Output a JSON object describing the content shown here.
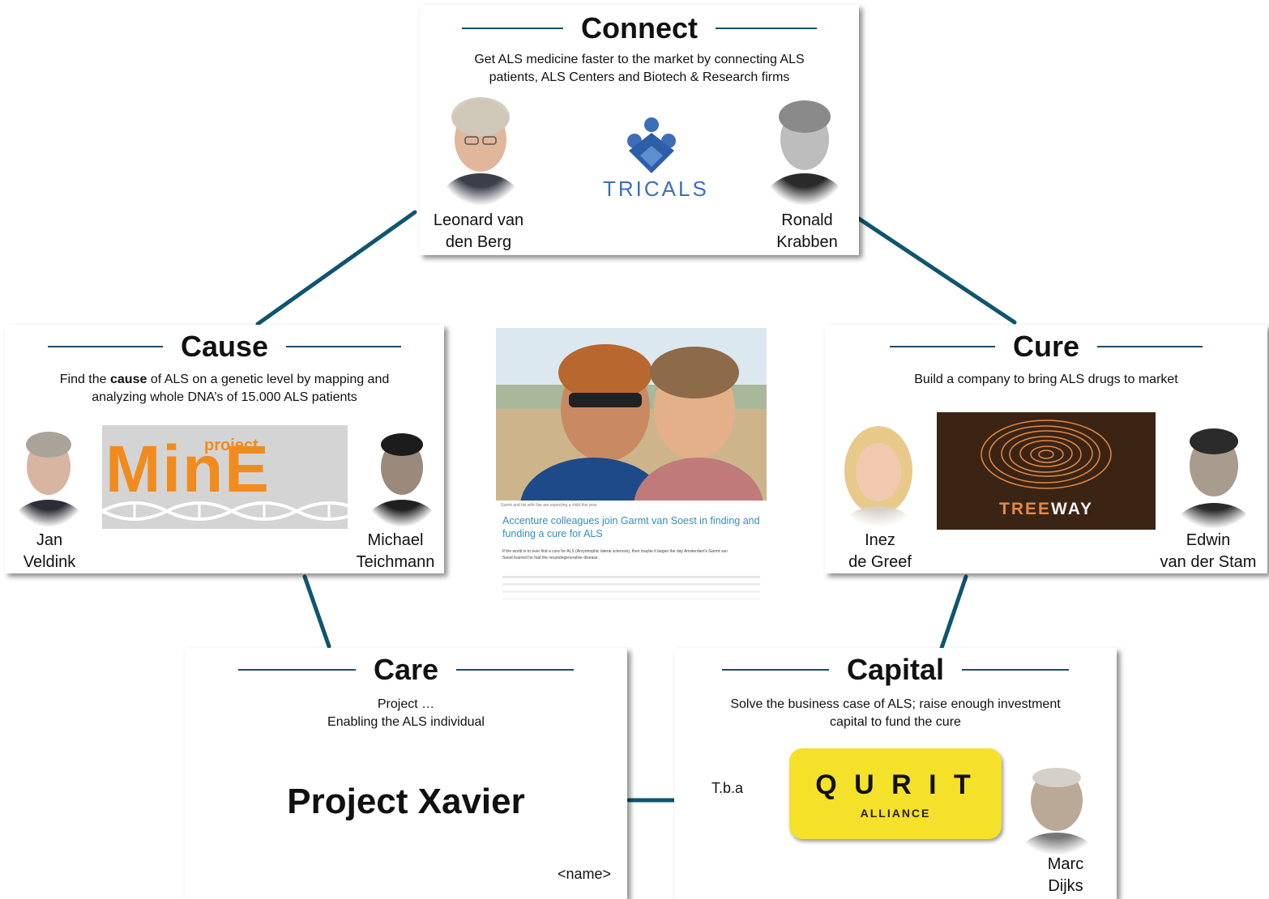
{
  "connect": {
    "title": "Connect",
    "description_line1": "Get ALS medicine faster to the market by connecting ALS",
    "description_line2": "patients, ALS Centers and Biotech & Research firms",
    "logo_text": "TRICALS",
    "people": [
      {
        "name_line1": "Leonard van",
        "name_line2": "den Berg"
      },
      {
        "name_line1": "Ronald",
        "name_line2": "Krabben"
      }
    ]
  },
  "cause": {
    "title": "Cause",
    "description_prefix": "Find the ",
    "description_bold": "cause",
    "description_suffix": " of ALS on a genetic level by mapping and",
    "description_line2": "analyzing whole DNA’s of 15.000  ALS patients",
    "logo_small_text": "project",
    "logo_text": "MinE",
    "people": [
      {
        "name_line1": "Jan",
        "name_line2": "Veldink"
      },
      {
        "name_line1": "Michael",
        "name_line2": "Teichmann"
      }
    ]
  },
  "cure": {
    "title": "Cure",
    "description": "Build a company to bring ALS drugs to market",
    "logo_text_a": "TREE",
    "logo_text_b": "WAY",
    "people": [
      {
        "name_line1": "Inez",
        "name_line2": "de Greef"
      },
      {
        "name_line1": "Edwin",
        "name_line2": "van der Stam"
      }
    ]
  },
  "care": {
    "title": "Care",
    "description_line1": "Project …",
    "description_line2": "Enabling the ALS individual",
    "project_name": "Project Xavier",
    "placeholder": "<name>"
  },
  "capital": {
    "title": "Capital",
    "description_line1": "Solve the business case of ALS; raise enough investment",
    "description_line2": "capital to fund the cure",
    "tba": "T.b.a",
    "logo_text": "Q U R I T",
    "logo_subtext": "ALLIANCE",
    "people": [
      {
        "name_line1": "Marc",
        "name_line2": "Dijks"
      }
    ]
  },
  "article": {
    "caption": "Garmt and his wife Ilse are expecting a child this year.",
    "headline_line1": "Accenture colleagues join Garmt van Soest in finding and",
    "headline_line2": "funding a cure for ALS",
    "body_line1": "If the world is to ever find a cure for ALS (Amyotrophic lateral sclerosis), then maybe it began the day Amsterdam's Garmt van",
    "body_line2": "Soest learned he had the neurodegenerative disease."
  },
  "colors": {
    "accent": "#1d4e66",
    "connector": "#0f5570",
    "minE_orange": "#f08c1e",
    "treeway_bg": "#3b2414",
    "treeway_orange": "#e38a45",
    "qurit_yellow": "#f5e12a",
    "tricals_blue": "#3d6fb8",
    "article_link": "#2e8fbf"
  }
}
